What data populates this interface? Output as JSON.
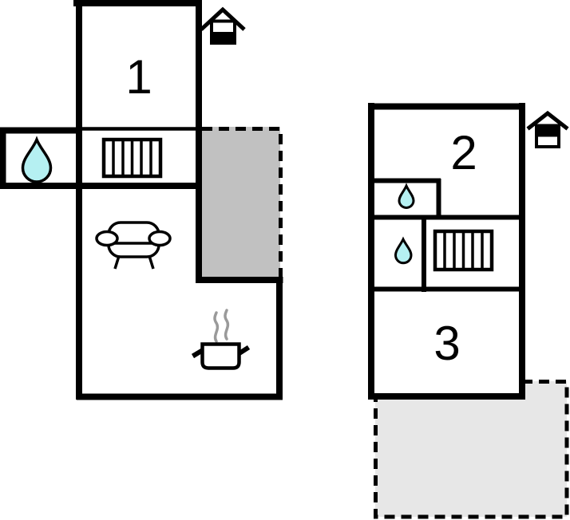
{
  "canvas": {
    "background": "#ffffff"
  },
  "colors": {
    "wall": "#000000",
    "terrace_dark": "#c1c1c1",
    "terrace_light": "#e7e7e7",
    "water_drop": "#b5f0f2",
    "steam": "#9a9a9a",
    "label": "#000000"
  },
  "ground_floor_plan": {
    "room_label": "1",
    "level_icon": "house-level-ground-icon",
    "feature_icons": [
      "water-drop-icon",
      "stairs-icon",
      "sofa-icon",
      "cooking-pot-icon"
    ],
    "outdoor_area": "terrace"
  },
  "first_floor_plan": {
    "room_labels": [
      "2",
      "3"
    ],
    "level_icon": "house-level-first-icon",
    "feature_icons": [
      "water-drop-icon",
      "water-drop-icon",
      "stairs-icon"
    ],
    "outdoor_area": "terrace"
  }
}
